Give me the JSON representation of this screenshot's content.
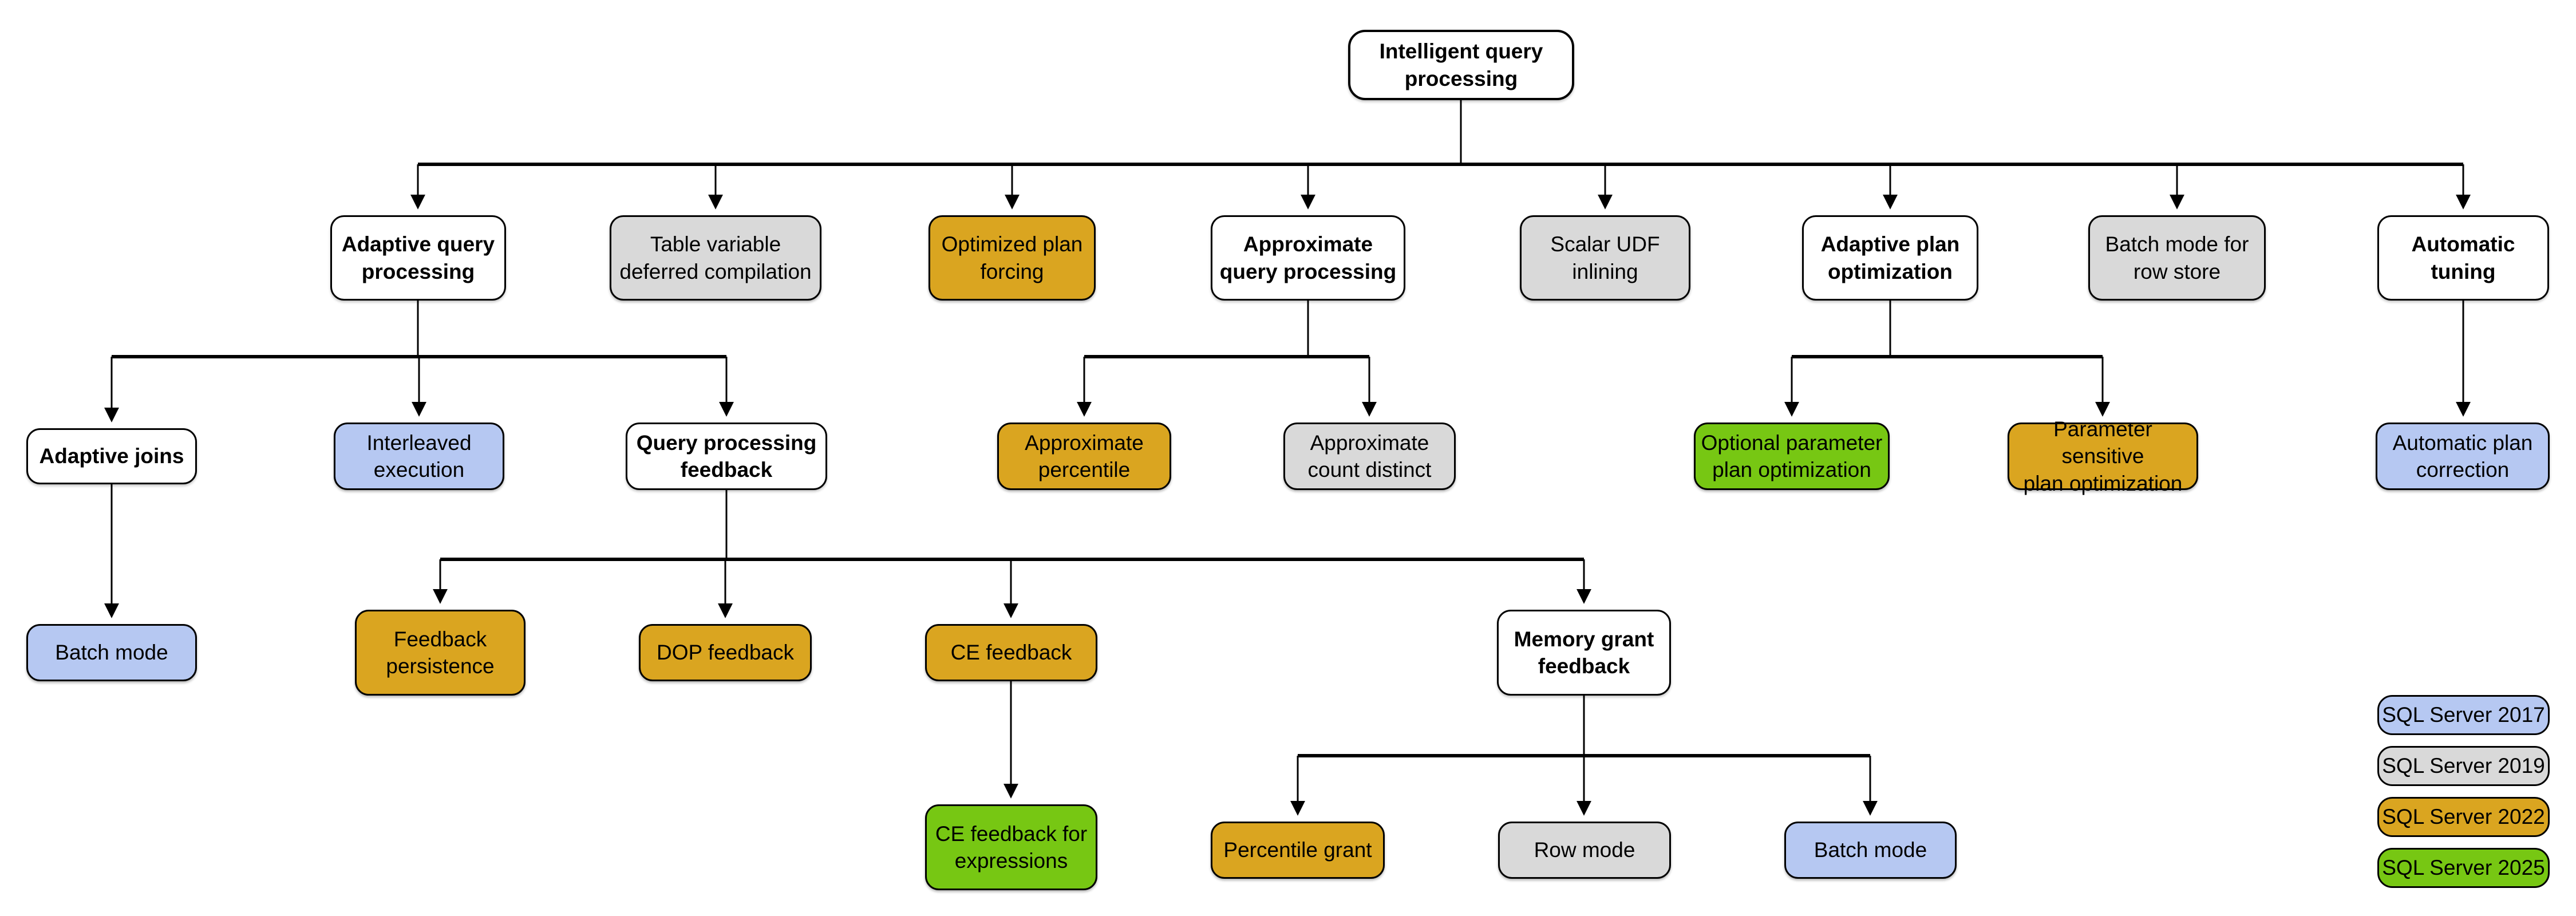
{
  "colors": {
    "category": "#ffffff",
    "sql2017": "#b6c8f2",
    "sql2019": "#d9d9d9",
    "sql2022": "#daa520",
    "sql2025": "#77c713",
    "connector": "#000000"
  },
  "nodes": [
    {
      "id": "intelligent-query-processing",
      "label": "Intelligent query\nprocessing",
      "version": "category"
    },
    {
      "id": "adaptive-query-processing",
      "label": "Adaptive query\nprocessing",
      "version": "category"
    },
    {
      "id": "table-variable-deferred-compilation",
      "label": "Table variable\ndeferred compilation",
      "version": "sql2019"
    },
    {
      "id": "optimized-plan-forcing",
      "label": "Optimized plan\nforcing",
      "version": "sql2022"
    },
    {
      "id": "approximate-query-processing",
      "label": "Approximate\nquery processing",
      "version": "category"
    },
    {
      "id": "scalar-udf-inlining",
      "label": "Scalar UDF\ninlining",
      "version": "sql2019"
    },
    {
      "id": "adaptive-plan-optimization",
      "label": "Adaptive plan\noptimization",
      "version": "category"
    },
    {
      "id": "batch-mode-for-row-store",
      "label": "Batch mode for\nrow store",
      "version": "sql2019"
    },
    {
      "id": "automatic-tuning",
      "label": "Automatic\ntuning",
      "version": "category"
    },
    {
      "id": "adaptive-joins",
      "label": "Adaptive joins",
      "version": "category"
    },
    {
      "id": "interleaved-execution",
      "label": "Interleaved\nexecution",
      "version": "sql2017"
    },
    {
      "id": "query-processing-feedback",
      "label": "Query processing\nfeedback",
      "version": "category"
    },
    {
      "id": "approximate-percentile",
      "label": "Approximate\npercentile",
      "version": "sql2022"
    },
    {
      "id": "approximate-count-distinct",
      "label": "Approximate\ncount distinct",
      "version": "sql2019"
    },
    {
      "id": "optional-parameter-plan-optimization",
      "label": "Optional parameter\nplan optimization",
      "version": "sql2025"
    },
    {
      "id": "parameter-sensitive-plan-optimization",
      "label": "Parameter sensitive\nplan optimization",
      "version": "sql2022"
    },
    {
      "id": "automatic-plan-correction",
      "label": "Automatic plan\ncorrection",
      "version": "sql2017"
    },
    {
      "id": "batch-mode-adaptive-joins",
      "label": "Batch mode",
      "version": "sql2017"
    },
    {
      "id": "feedback-persistence",
      "label": "Feedback\npersistence",
      "version": "sql2022"
    },
    {
      "id": "dop-feedback",
      "label": "DOP feedback",
      "version": "sql2022"
    },
    {
      "id": "ce-feedback",
      "label": "CE feedback",
      "version": "sql2022"
    },
    {
      "id": "memory-grant-feedback",
      "label": "Memory grant\nfeedback",
      "version": "category"
    },
    {
      "id": "ce-feedback-for-expressions",
      "label": "CE feedback for\nexpressions",
      "version": "sql2025"
    },
    {
      "id": "percentile-grant",
      "label": "Percentile grant",
      "version": "sql2022"
    },
    {
      "id": "row-mode",
      "label": "Row mode",
      "version": "sql2019"
    },
    {
      "id": "batch-mode-memory-grant",
      "label": "Batch mode",
      "version": "sql2017"
    }
  ],
  "legend": [
    {
      "label": "SQL Server 2017",
      "version": "sql2017"
    },
    {
      "label": "SQL Server 2019",
      "version": "sql2019"
    },
    {
      "label": "SQL Server 2022",
      "version": "sql2022"
    },
    {
      "label": "SQL Server 2025",
      "version": "sql2025"
    }
  ]
}
